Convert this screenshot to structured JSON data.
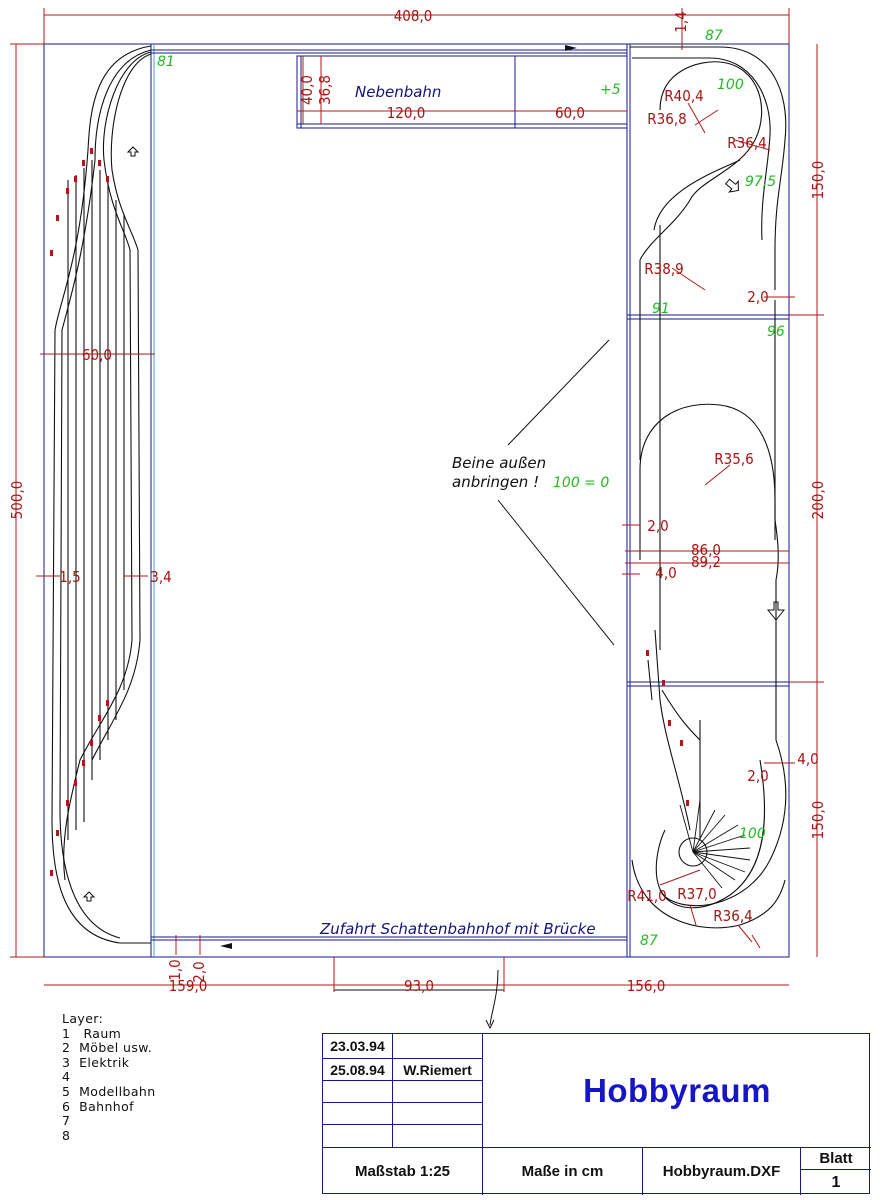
{
  "dimensions": {
    "total_width": "408,0",
    "total_height": "500,0",
    "top_offset": "1,4",
    "right_upper": "150,0",
    "right_middle": "200,0",
    "right_lower": "150,0",
    "right_lower_gap": "4,0",
    "bottom_left": "159,0",
    "bottom_mid": "93,0",
    "bottom_right": "156,0",
    "bottom_small_a": "1,0",
    "bottom_small_b": "2,0",
    "left_width": "60,0",
    "left_gap": "1,5",
    "left_gap_b": "3,4",
    "nb_h1": "40,0",
    "nb_h2": "36,8",
    "nb_w1": "120,0",
    "nb_w2": "60,0",
    "mid_a": "2,0",
    "mid_b": "86,0",
    "mid_c": "89,2",
    "mid_d": "4,0",
    "upper_gap": "2,0",
    "lower_gap": "2,0"
  },
  "radii": {
    "r1": "R40,4",
    "r2": "R36,8",
    "r3": "R36,4",
    "r4": "R38,9",
    "r5": "R35,6",
    "r6": "R41,0",
    "r7": "R37,0",
    "r8": "R36,4"
  },
  "heights": {
    "h81": "81",
    "h87_top": "87",
    "h100_top": "100",
    "h_plus5": "+5",
    "h975": "97,5",
    "h91": "91",
    "h96": "96",
    "h100_ref": "100 = 0",
    "h100_bottom": "100",
    "h87_bottom": "87"
  },
  "labels": {
    "nebenbahn": "Nebenbahn",
    "beine_line1": "Beine außen",
    "beine_line2": "anbringen !",
    "zufahrt": "Zufahrt Schattenbahnhof mit Brücke"
  },
  "layers": {
    "title": "Layer:",
    "items": [
      "1   Raum",
      "2  Möbel usw.",
      "3  Elektrik",
      "4",
      "5  Modellbahn",
      "6  Bahnhof",
      "7",
      "8"
    ]
  },
  "title_block": {
    "date1": "23.03.94",
    "date2": "25.08.94",
    "author": "W.Riemert",
    "title": "Hobbyraum",
    "scale": "Maßstab 1:25",
    "units": "Maße in cm",
    "file": "Hobbyraum.DXF",
    "sheet_label": "Blatt",
    "sheet_no": "1"
  },
  "colors": {
    "dimension": "#a81414",
    "structure": "#1a1a8a",
    "track": "#111111",
    "height": "#22bb22",
    "title": "#1616c8"
  }
}
